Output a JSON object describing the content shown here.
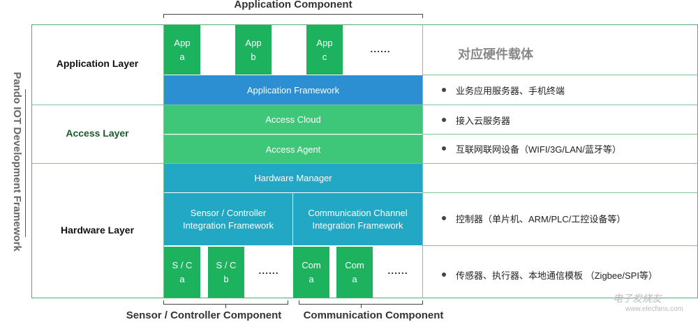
{
  "captions": {
    "top": "Application Component",
    "bottom_left": "Sensor / Controller Component",
    "bottom_right": "Communication Component"
  },
  "side_title": "Pando IOT Development Framework",
  "layers": {
    "application": "Application Layer",
    "access": "Access Layer",
    "hardware": "Hardware Layer"
  },
  "apps": [
    {
      "line1": "App",
      "line2": "a"
    },
    {
      "line1": "App",
      "line2": "b"
    },
    {
      "line1": "App",
      "line2": "c"
    }
  ],
  "apps_more": "......",
  "application_framework": "Application Framework",
  "access_cloud": "Access Cloud",
  "access_agent": "Access Agent",
  "hardware_manager": "Hardware Manager",
  "sensor_framework": {
    "line1": "Sensor / Controller",
    "line2": "Integration Framework"
  },
  "comm_framework": {
    "line1": "Communication Channel",
    "line2": "Integration Framework"
  },
  "sensor_components": [
    {
      "line1": "S / C",
      "line2": "a"
    },
    {
      "line1": "S / C",
      "line2": "b"
    }
  ],
  "sensor_more": "......",
  "comm_components": [
    {
      "line1": "Com",
      "line2": "a"
    },
    {
      "line1": "Com",
      "line2": "a"
    }
  ],
  "comm_more": "......",
  "hardware_carrier": {
    "title": "对应硬件载体",
    "items": [
      "业务应用服务器、手机终端",
      "接入云服务器",
      "互联网联网设备（WIFI/3G/LAN/蓝牙等）",
      "控制器（单片机、ARM/PLC/工控设备等）",
      "传感器、执行器、本地通信模板 （Zigbee/SPI等）"
    ]
  },
  "watermark": {
    "main": "电子发烧友",
    "sub": "www.elecfans.com"
  },
  "colors": {
    "app_green": "#1db35e",
    "framework_blue": "#2b8fd1",
    "access_green": "#3fc779",
    "hardware_teal": "#22a7c4",
    "frame": "#4fae6e"
  }
}
